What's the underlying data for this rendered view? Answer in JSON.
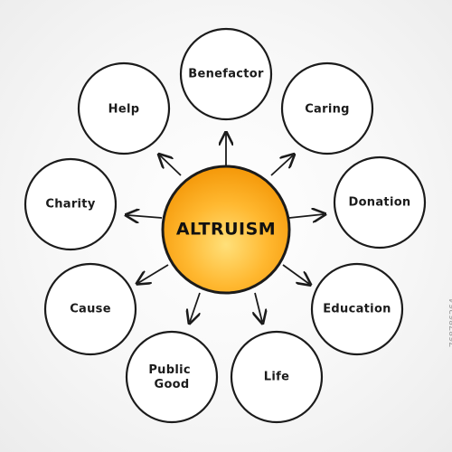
{
  "hub": {
    "label": "ALTRUISM",
    "color_light": "#FFE07A",
    "color_mid": "#FFB830",
    "color_dark": "#F59A0B"
  },
  "nodes": [
    {
      "id": "benefactor",
      "label": "Benefactor"
    },
    {
      "id": "caring",
      "label": "Caring"
    },
    {
      "id": "donation",
      "label": "Donation"
    },
    {
      "id": "education",
      "label": "Education"
    },
    {
      "id": "life",
      "label": "Life"
    },
    {
      "id": "public-good",
      "label": "Public Good",
      "lines": [
        "Public",
        "Good"
      ]
    },
    {
      "id": "cause",
      "label": "Cause"
    },
    {
      "id": "charity",
      "label": "Charity"
    },
    {
      "id": "help",
      "label": "Help"
    }
  ],
  "watermark": {
    "text": "768786264"
  }
}
